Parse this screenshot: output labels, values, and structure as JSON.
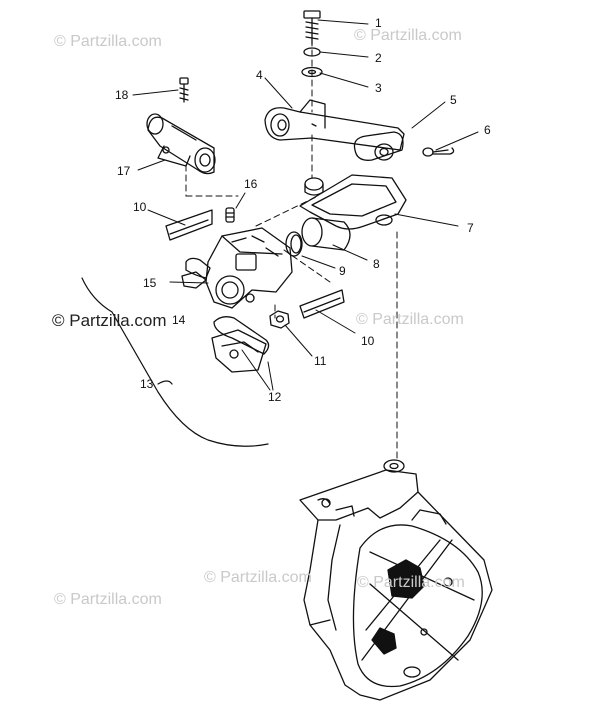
{
  "watermarks": [
    "© Partzilla.com",
    "© Partzilla.com",
    "© Partzilla.com",
    "© Partzilla.com",
    "© Partzilla.com",
    "© Partzilla.com",
    "© Partzilla.com"
  ],
  "callouts": [
    "1",
    "2",
    "3",
    "4",
    "5",
    "6",
    "7",
    "8",
    "9",
    "10",
    "10",
    "11",
    "12",
    "13",
    "14",
    "15",
    "16",
    "17",
    "18"
  ]
}
